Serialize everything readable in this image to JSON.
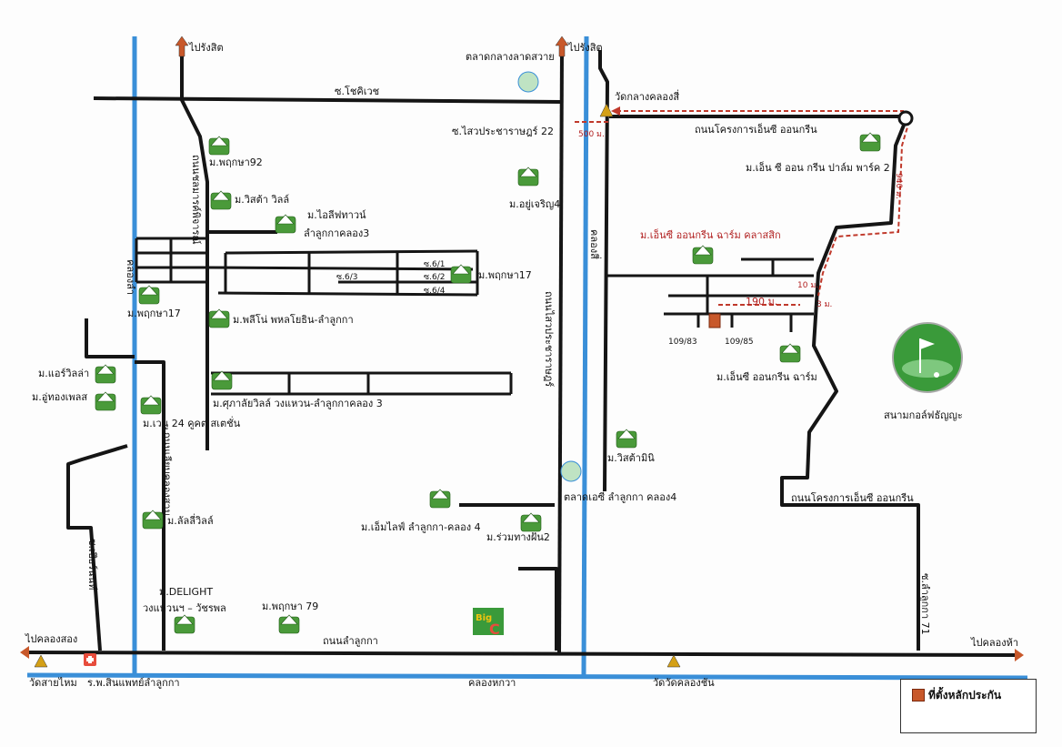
{
  "colors": {
    "road": "#151515",
    "canal": "#3a8fd8",
    "route": "#c0392b",
    "plot": "#c8582a",
    "house_green": "#4a9a3a"
  },
  "roads": {
    "soi_chokchai": "ซ.โชคิเวช",
    "soi_saiprachaprat": "ซ.ไสวประชาราษฎร์ 22",
    "nc_road_top": "ถนนโครงการเอ็นซี ออนกรีน",
    "nc_road_bottom": "ถนนโครงการเอ็นซี ออนกรีน",
    "lamlukka_road": "ถนนลำลูกกา",
    "sai_road_vertical": "ถนนไสวประชาราษฎร์",
    "khlong_road": "คลองสี่",
    "lamlukka_khlong": "คลองลำ",
    "soi_prasert": "ถนนชลมารค์พิจารณ์",
    "soi_prachaniwet": "ถนนเลียบคลองสาม",
    "soi_yim": "ซ.เปียร์นนท์",
    "soi_lamlukka71": "ซ.ลำลูกกา 71",
    "soi_61": "ซ.6/1",
    "soi_62": "ซ.6/2",
    "soi_63": "ซ.6/3",
    "soi_64": "ซ.6/4"
  },
  "directions": {
    "to_rangsit_1": "ไปรังสิต",
    "to_rangsit_2": "ไปรังสิต",
    "to_khlong_song": "ไปคลองสอง",
    "to_khlong_ha": "ไปคลองห้า"
  },
  "landmarks": {
    "market_top": "ตลาดกลางลาดสวาย",
    "temple_khlong_si": "วัดกลางคลองสี่",
    "market_ec": "ตลาดเอซี ลำลูกกา คลอง4",
    "golf": "สนามกอล์ฟธัญญะ",
    "temple_sai_mai": "วัดสายไหม",
    "hospital": "ร.พ.สินแพทย์ลำลูกกา",
    "temple_khlong_sip": "วัดวัดคลองชัน",
    "canal_bottom": "คลองหกวา",
    "bigc": "Big C"
  },
  "villages": {
    "pruksa92": "ม.พฤกษา92",
    "vista_villa": "ม.วิสต้า วิลล์",
    "i_leaf": "ม.ไอลีฟทาวน์",
    "i_leaf_sub": "ลำลูกกาคลอง3",
    "yoocharoen": "ม.อยู่เจริญ4",
    "pruksa17a": "ม.พฤกษา17",
    "pruksa17b": "ม.พฤกษา17",
    "pleno": "ม.พลีโน่ พหลโยธิน-ลำลูกกา",
    "air_villa": "ม.แอร์วิลล่า",
    "uthong": "ม.อู่ทองเพลส",
    "venu": "ม.เวนู 24 คูคต สเตชั่น",
    "supalai": "ม.ศุภาลัยวิลล์ วงแหวน-ลำลูกกาคลอง 3",
    "lalin": "ม.ลัลลี่วิลล์",
    "delight": "ม.DELIGHT",
    "delight_sub": "วงแหวนฯ – วัชรพล",
    "pruksa79": "ม.พฤกษา 79",
    "mlife": "ม.เอ็มไลฟ์ ลำลูกกา-คลอง 4",
    "ruam": "ม.ร่วมทางฝัน2",
    "vistamini": "ม.วิสต้ามินิ",
    "nc_palm": "ม.เอ็น ซี ออน กรีน ปาล์ม พาร์ค 2",
    "nc_classic": "ม.เอ็นซี ออนกรีน ฉาร์ม คลาสสิก",
    "nc_charm": "ม.เอ็นซี ออนกรีน ฉาร์ม"
  },
  "distances": {
    "d500": "500 ม.",
    "d940": "940 ม.",
    "d190": "190 ม.",
    "d10": "10 ม.",
    "d3": "3 ม."
  },
  "plots": {
    "p1": "109/83",
    "p2": "109/85"
  },
  "legend": {
    "label": "ที่ตั้งหลักประกัน"
  }
}
